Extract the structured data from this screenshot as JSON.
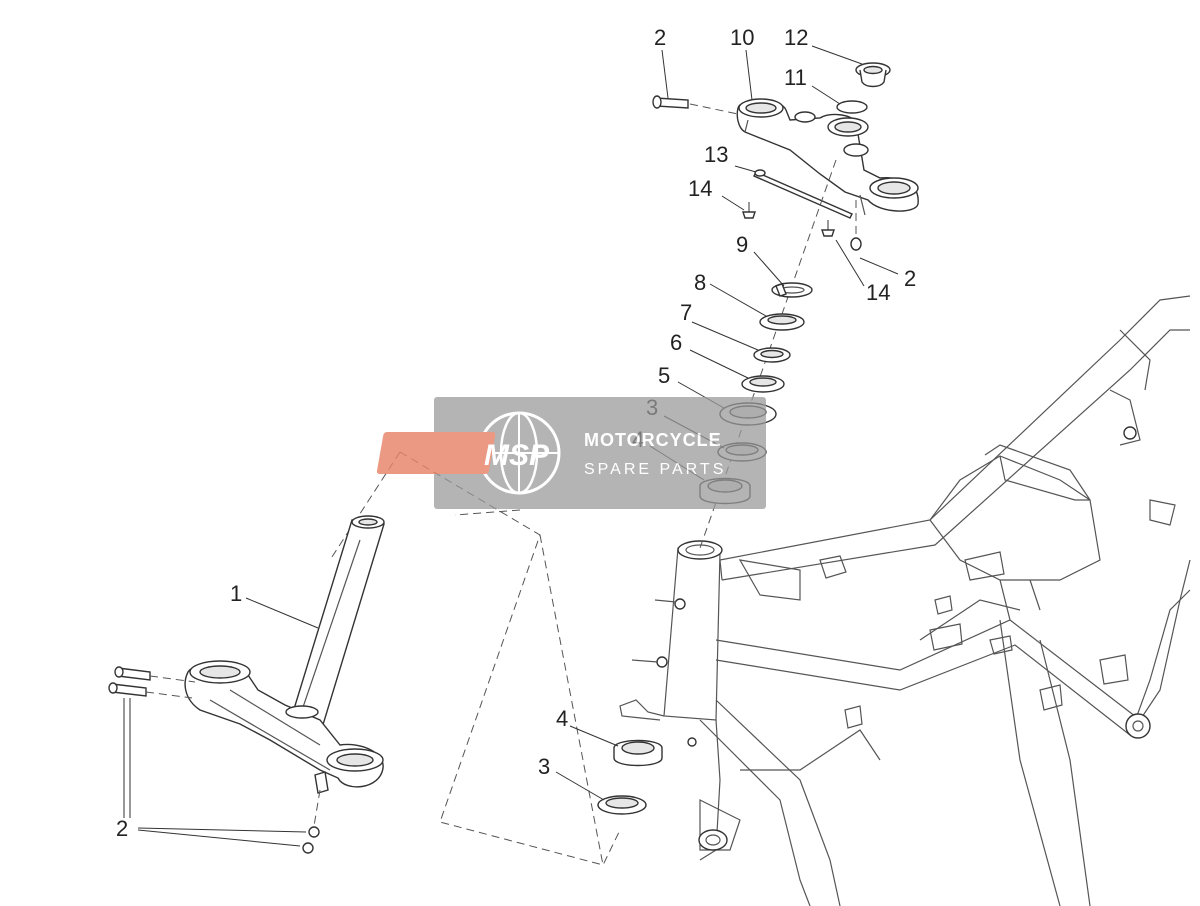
{
  "callouts": [
    {
      "id": "c2a",
      "text": "2"
    },
    {
      "id": "c10",
      "text": "10"
    },
    {
      "id": "c12",
      "text": "12"
    },
    {
      "id": "c11",
      "text": "11"
    },
    {
      "id": "c13",
      "text": "13"
    },
    {
      "id": "c14a",
      "text": "14"
    },
    {
      "id": "c9",
      "text": "9"
    },
    {
      "id": "c2b",
      "text": "2"
    },
    {
      "id": "c14b",
      "text": "14"
    },
    {
      "id": "c8",
      "text": "8"
    },
    {
      "id": "c7",
      "text": "7"
    },
    {
      "id": "c6",
      "text": "6"
    },
    {
      "id": "c5",
      "text": "5"
    },
    {
      "id": "c3a",
      "text": "3"
    },
    {
      "id": "c4a",
      "text": "4"
    },
    {
      "id": "c1",
      "text": "1"
    },
    {
      "id": "c4b",
      "text": "4"
    },
    {
      "id": "c3b",
      "text": "3"
    },
    {
      "id": "c2c",
      "text": "2"
    }
  ],
  "watermark": {
    "logo": "MSP",
    "line1": "MOTORCYCLE",
    "line2": "SPARE PARTS",
    "box_color": "#9a9a9a",
    "logo_color": "#e8836a"
  }
}
